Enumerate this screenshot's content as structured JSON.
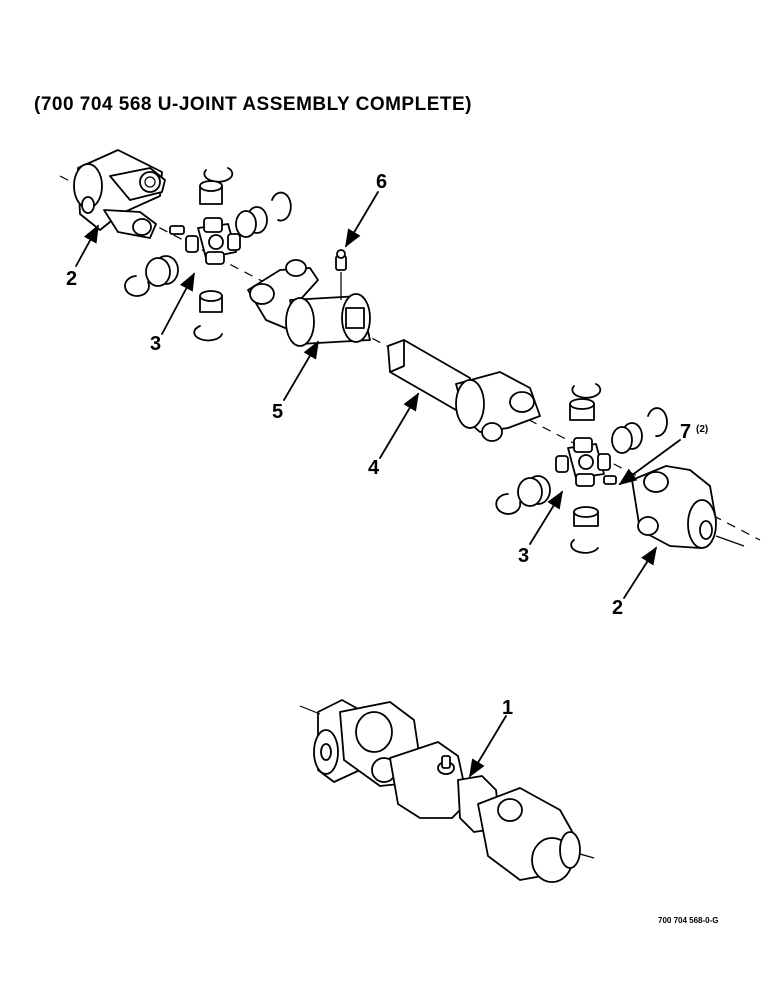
{
  "title": "(700 704 568 U-JOINT ASSEMBLY COMPLETE)",
  "footer_code": "700 704 568-0-G",
  "callouts": {
    "yoke_top": "2",
    "cross_top": "3",
    "tube_yoke": "5",
    "shaft_yoke": "4",
    "grease_fitting": "6",
    "grease_fitting_small": "7",
    "grease_fitting_small_qty": "(2)",
    "cross_bottom": "3",
    "yoke_bottom": "2",
    "assembly": "1"
  }
}
